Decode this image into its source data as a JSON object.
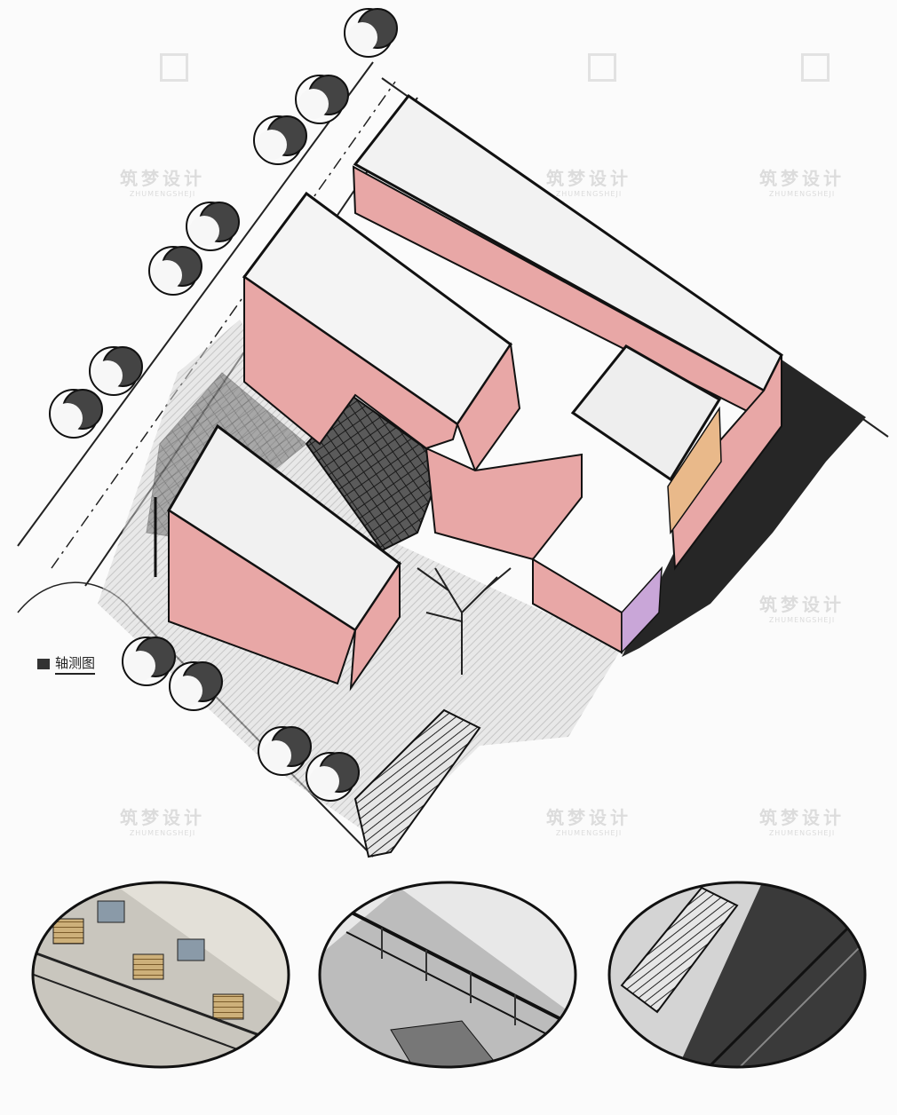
{
  "caption": {
    "label": "轴测图"
  },
  "watermark": {
    "cn": "筑梦设计",
    "en": "ZHUMENGSHEJI"
  },
  "colors": {
    "facade_pink": "#e8a7a6",
    "accent_orange": "#e9b98a",
    "accent_purple": "#c9a6d8",
    "ink": "#1f1f1f",
    "shadow": "#262626"
  },
  "details": [
    {
      "name": "louvered-window-detail"
    },
    {
      "name": "glazed-balcony-detail"
    },
    {
      "name": "stair-detail"
    }
  ]
}
